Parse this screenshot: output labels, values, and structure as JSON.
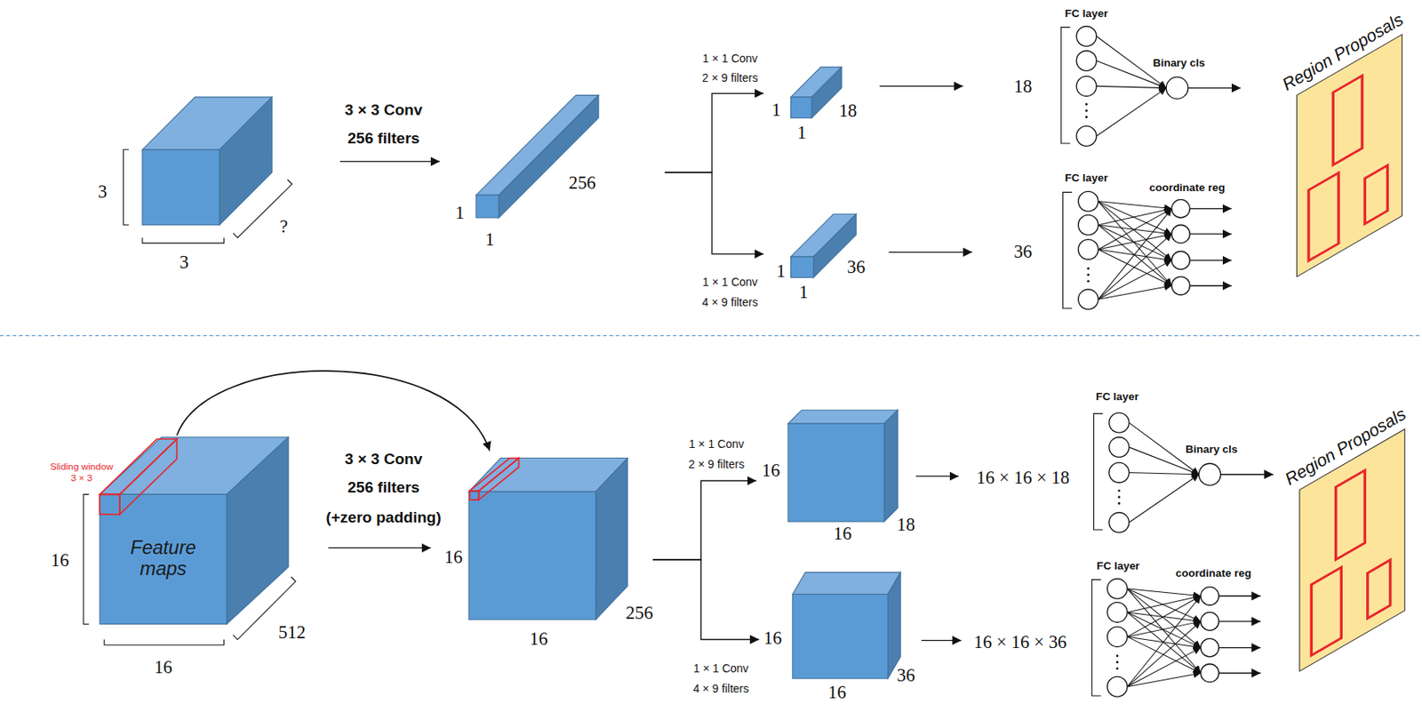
{
  "diagram": {
    "nodes": [
      {
        "text": [
          "3",
          "3",
          "?"
        ]
      },
      {
        "text": [
          "1",
          "1",
          "256"
        ]
      },
      {
        "text": [
          "1",
          "1",
          "18"
        ]
      },
      {
        "text": [
          "1",
          "1",
          "36"
        ]
      },
      {
        "text": [
          "Region Proposals"
        ]
      },
      {
        "text": [
          "Feature maps",
          "16",
          "16",
          "512"
        ]
      },
      {
        "text": [
          "16",
          "16",
          "256"
        ]
      },
      {
        "text": [
          "16",
          "16",
          "18"
        ]
      },
      {
        "text": [
          "16",
          "16",
          "36"
        ]
      },
      {
        "text": [
          "Region Proposals"
        ]
      }
    ],
    "edges": [
      {
        "from": 0,
        "to": 1,
        "arrow": "to"
      },
      {
        "from": 1,
        "to": 2,
        "arrow": "to"
      },
      {
        "from": 1,
        "to": 3,
        "arrow": "to"
      },
      {
        "from": 5,
        "to": 6,
        "arrow": "to"
      },
      {
        "from": 5,
        "to": 6,
        "arrow": "to"
      },
      {
        "from": 6,
        "to": 7,
        "arrow": "to"
      },
      {
        "from": 6,
        "to": 8,
        "arrow": "to"
      }
    ],
    "labels": [
      "3 × 3 Conv",
      "256 filters",
      "1 × 1 Conv",
      "2 × 9 filters",
      "1 × 1 Conv",
      "4 × 9 filters",
      "18",
      "36",
      "FC layer",
      "Binary cls",
      "FC layer",
      "coordinate reg",
      "Sliding window",
      "3 × 3",
      "3 × 3 Conv",
      "256 filters",
      "(+zero padding)",
      "1 × 1 Conv",
      "2 × 9 filters",
      "1 × 1 Conv",
      "4 × 9 filters",
      "16 × 16 × 18",
      "16 × 16 × 36",
      "FC layer",
      "Binary cls",
      "FC layer",
      "coordinate reg"
    ]
  }
}
